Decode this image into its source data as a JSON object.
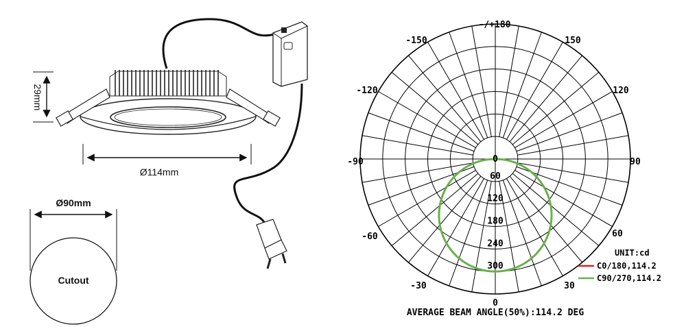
{
  "left_diagram": {
    "height_label": "29mm",
    "diameter_label": "Ø114mm",
    "cutout_diameter_label": "Ø90mm",
    "cutout_label": "Cutout"
  },
  "polar_chart": {
    "angle_labels": {
      "top": "-/+180",
      "left_150": "-150",
      "right_150": "150",
      "left_120": "-120",
      "right_120": "120",
      "left_90": "-90",
      "right_90": "90",
      "left_60": "-60",
      "right_60": "60",
      "left_30": "-30",
      "right_30": "30",
      "bottom": "0"
    },
    "radial_labels": [
      "0",
      "60",
      "120",
      "180",
      "240",
      "300"
    ],
    "unit_label": "UNIT:cd",
    "legend": [
      {
        "label": "C0/180,114.2",
        "color": "#e02020"
      },
      {
        "label": "C90/270,114.2",
        "color": "#6ab04c"
      }
    ],
    "footer": "AVERAGE BEAM ANGLE(50%):114.2 DEG"
  },
  "chart_data": {
    "type": "polar",
    "radial_ticks": [
      0,
      60,
      120,
      180,
      240,
      300
    ],
    "radial_max": 360,
    "series": [
      {
        "name": "C0/180,114.2",
        "beam_angle_deg": 114.2,
        "peak_cd": 300,
        "color": "#e02020"
      },
      {
        "name": "C90/270,114.2",
        "beam_angle_deg": 114.2,
        "peak_cd": 300,
        "color": "#6ab04c"
      }
    ]
  }
}
